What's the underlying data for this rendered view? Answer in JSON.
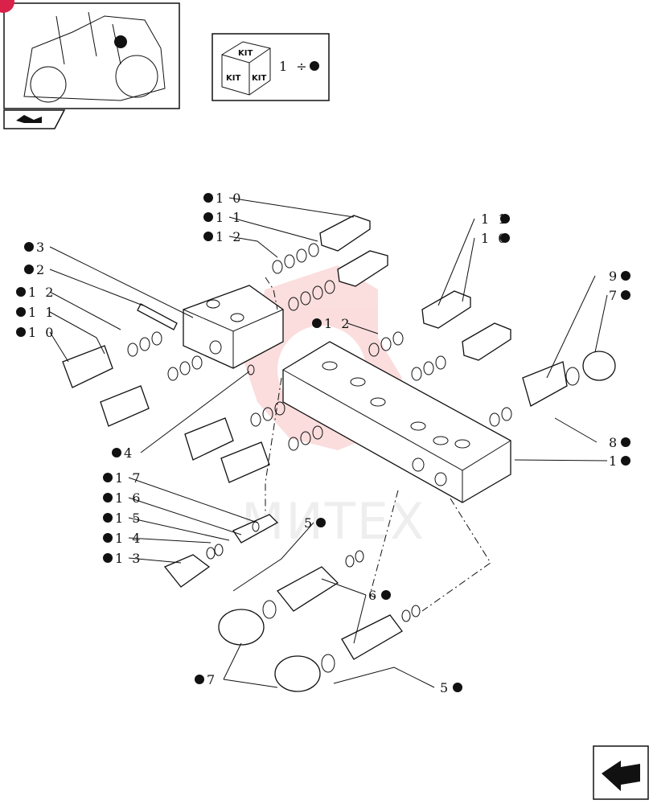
{
  "kit_box": {
    "kit_labels": [
      "KIT",
      "KIT",
      "KIT"
    ],
    "range_text": "1 ÷"
  },
  "watermark": "МИТЕХ",
  "callouts": [
    {
      "id": "c-10a",
      "text": "1 0"
    },
    {
      "id": "c-11a",
      "text": "1 1"
    },
    {
      "id": "c-12a",
      "text": "1 2"
    },
    {
      "id": "c-3",
      "text": "3"
    },
    {
      "id": "c-2",
      "text": "2"
    },
    {
      "id": "c-12b",
      "text": "1 2"
    },
    {
      "id": "c-11b",
      "text": "1 1"
    },
    {
      "id": "c-10b",
      "text": "1 0"
    },
    {
      "id": "c-11c",
      "text": "1 1"
    },
    {
      "id": "c-10c",
      "text": "1 0"
    },
    {
      "id": "c-12c",
      "text": "1 2"
    },
    {
      "id": "c-9",
      "text": "9"
    },
    {
      "id": "c-7a",
      "text": "7"
    },
    {
      "id": "c-8",
      "text": "8"
    },
    {
      "id": "c-1",
      "text": "1"
    },
    {
      "id": "c-4",
      "text": "4"
    },
    {
      "id": "c-17",
      "text": "1 7"
    },
    {
      "id": "c-16",
      "text": "1 6"
    },
    {
      "id": "c-15",
      "text": "1 5"
    },
    {
      "id": "c-14",
      "text": "1 4"
    },
    {
      "id": "c-13",
      "text": "1 3"
    },
    {
      "id": "c-5a",
      "text": "5"
    },
    {
      "id": "c-6",
      "text": "6"
    },
    {
      "id": "c-7b",
      "text": "7"
    },
    {
      "id": "c-5b",
      "text": "5"
    }
  ]
}
